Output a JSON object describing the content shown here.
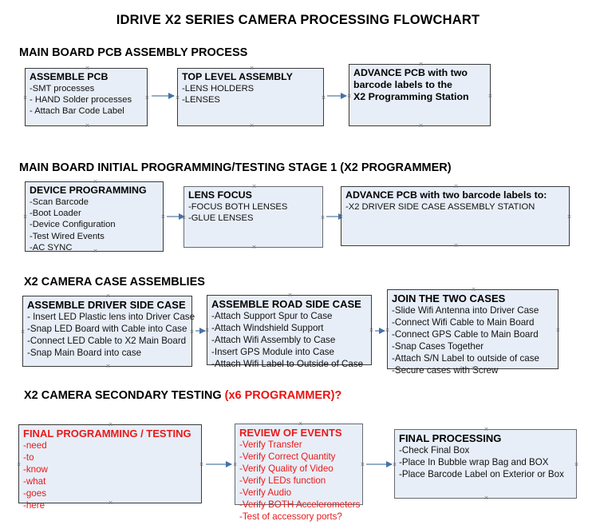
{
  "document": {
    "title": "IDRIVE X2  SERIES CAMERA PROCESSING FLOWCHART"
  },
  "sections": [
    {
      "id": "main-board-pcb-assembly",
      "heading": "MAIN BOARD PCB ASSEMBLY PROCESS",
      "heading_accent": "",
      "nodes": [
        {
          "id": "assemble-pcb",
          "title": "ASSEMBLE PCB",
          "title_color": "#000000",
          "items": [
            "-SMT processes",
            "- HAND Solder processes",
            "- Attach Bar Code Label"
          ]
        },
        {
          "id": "top-level-assembly",
          "title": "TOP LEVEL ASSEMBLY",
          "title_color": "#000000",
          "items": [
            "-LENS HOLDERS",
            "-LENSES"
          ]
        },
        {
          "id": "advance-pcb-x2-programming-station",
          "title": "ADVANCE PCB with two",
          "title_color": "#000000",
          "title_lines": [
            "ADVANCE PCB with two",
            "barcode labels to the",
            " X2 Programming Station"
          ],
          "items": []
        }
      ]
    },
    {
      "id": "main-board-initial-programming",
      "heading": "MAIN BOARD INITIAL PROGRAMMING/TESTING STAGE 1 (X2 PROGRAMMER)",
      "heading_accent": "",
      "nodes": [
        {
          "id": "device-programming",
          "title": "DEVICE PROGRAMMING",
          "title_color": "#000000",
          "items": [
            "-Scan Barcode",
            "-Boot Loader",
            "-Device Configuration",
            "-Test Wired Events",
            "-AC SYNC"
          ]
        },
        {
          "id": "lens-focus",
          "title": "LENS FOCUS",
          "title_color": "#000000",
          "items": [
            "-FOCUS BOTH LENSES",
            "-GLUE LENSES"
          ]
        },
        {
          "id": "advance-pcb-driver-side-case",
          "title": "ADVANCE PCB with two barcode labels to:",
          "title_color": "#000000",
          "items": [
            "-X2 DRIVER  SIDE  CASE  ASSEMBLY STATION"
          ]
        }
      ]
    },
    {
      "id": "x2-camera-case-assemblies",
      "heading": "X2 CAMERA CASE ASSEMBLIES",
      "heading_accent": "",
      "nodes": [
        {
          "id": "assemble-driver-side-case",
          "title": "ASSEMBLE DRIVER SIDE CASE",
          "title_color": "#000000",
          "items": [
            "- Insert LED Plastic lens into Driver Case",
            "-Snap LED Board with Cable into Case",
            "-Connect LED Cable to X2 Main Board",
            "-Snap Main Board into case"
          ]
        },
        {
          "id": "assemble-road-side-case",
          "title": "ASSEMBLE ROAD SIDE CASE",
          "title_color": "#000000",
          "items": [
            "-Attach Support Spur to Case",
            "-Attach Windshield Support",
            "-Attach Wifi Assembly to Case",
            "-Insert GPS Module into Case",
            "-Attach Wifi Label to Outside of Case"
          ]
        },
        {
          "id": "join-the-two-cases",
          "title": "JOIN THE TWO CASES",
          "title_color": "#000000",
          "items": [
            "-Slide Wifi Antenna into Driver Case",
            "-Connect Wifi Cable to Main Board",
            "-Connect GPS Cable to Main Board",
            "-Snap Cases Together",
            "-Attach S/N Label to outside of case",
            "-Secure cases with Screw"
          ]
        }
      ]
    },
    {
      "id": "x2-camera-secondary-testing",
      "heading": "X2 CAMERA SECONDARY TESTING ",
      "heading_accent": "(x6 PROGRAMMER)?",
      "nodes": [
        {
          "id": "final-programming-testing",
          "title": "FINAL PROGRAMMING / TESTING",
          "title_color": "#e81a1a",
          "items": [
            "-need",
            "-to",
            "-know",
            "-what",
            "-goes",
            "-here"
          ]
        },
        {
          "id": "review-of-events",
          "title": "REVIEW OF EVENTS",
          "title_color": "#e81a1a",
          "items": [
            "-Verify Transfer",
            "-Verify Correct Quantity",
            "-Verify Quality of Video",
            "-Verify LEDs function",
            "-Verify Audio",
            "-Verify BOTH Accelerometers",
            "-Test of accessory ports?"
          ]
        },
        {
          "id": "final-processing",
          "title": "FINAL PROCESSING",
          "title_color": "#000000",
          "items": [
            " -Check Final Box",
            "-Place In Bubble wrap Bag and BOX",
            "-Place Barcode Label on Exterior or Box"
          ]
        }
      ]
    }
  ],
  "colors": {
    "node_fill": "#e8eef7",
    "node_border": "#3a3a3a",
    "connector_line": "#95aec6",
    "connector_head": "#4472a8",
    "accent_red": "#e81a1a",
    "text": "#000000"
  }
}
